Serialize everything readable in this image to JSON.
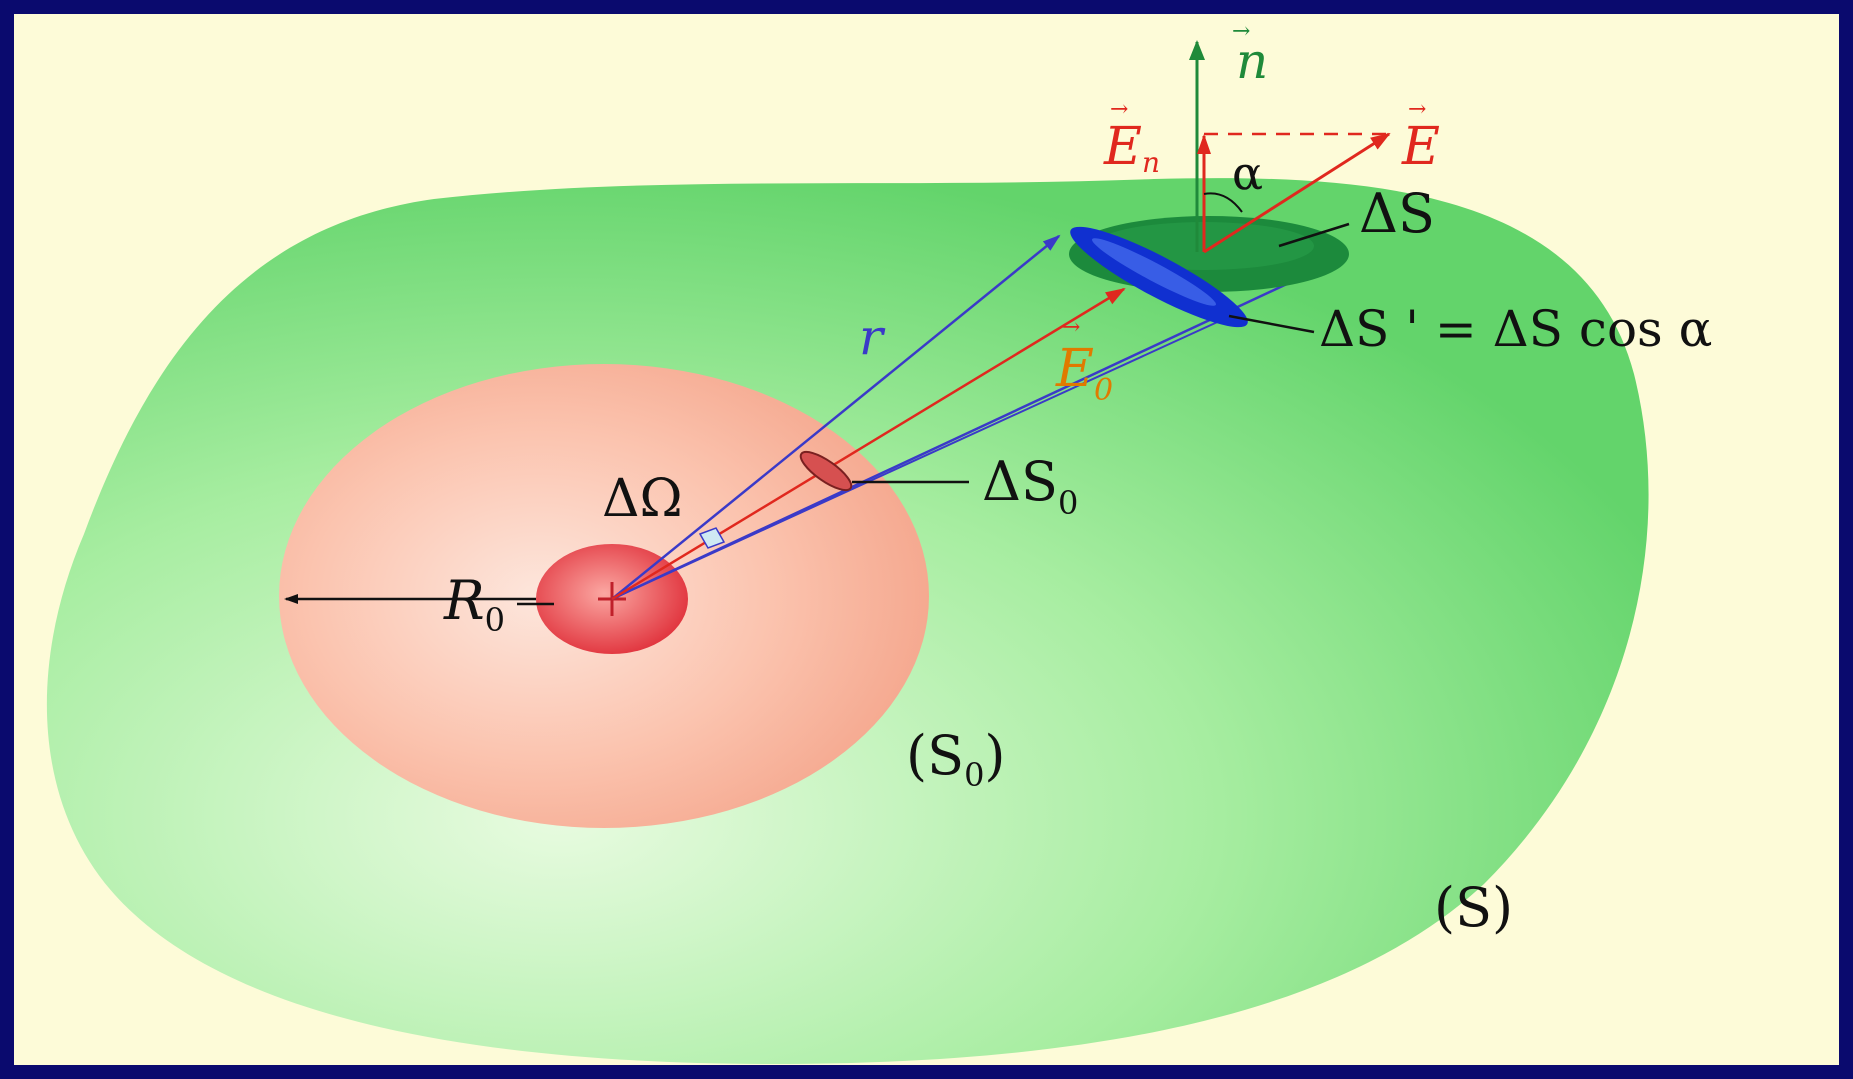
{
  "labels": {
    "normal_vector": "n",
    "e_normal": "E",
    "e_normal_sub": "n",
    "e_vector": "E",
    "alpha": "α",
    "area_s": "ΔS",
    "area_s_prime": "ΔS ' = ΔS cos α",
    "ray_r": "r",
    "e_zero": "E",
    "e_zero_sub": "0",
    "area_s0": "ΔS",
    "area_s0_sub": "0",
    "solid_angle": "ΔΩ",
    "radius": "R",
    "radius_sub": "0",
    "sphere_s0": "(S",
    "sphere_s0_sub": "0",
    "sphere_s0_close": ")",
    "surface_s": "(S)"
  },
  "colors": {
    "frame_border": "#0a0a6e",
    "background": "#fdfbd8",
    "surface_s": "#7fdc7f",
    "sphere_s0": "#f7b09a",
    "charge": "#e8323c",
    "normal_arrow": "#1f8a3a",
    "field_red": "#e0281e",
    "ray_blue": "#3a3ac8",
    "patch_blue": "#1030d0",
    "patch_green": "#1c8a3c"
  }
}
